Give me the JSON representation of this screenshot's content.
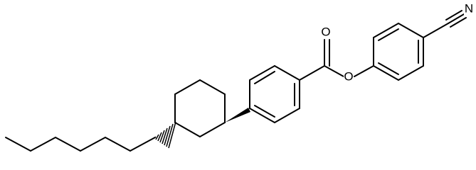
{
  "structure": {
    "atoms": {
      "carbonyl_oxygen": "O",
      "ester_oxygen": "O",
      "nitrile_nitrogen": "N"
    }
  }
}
